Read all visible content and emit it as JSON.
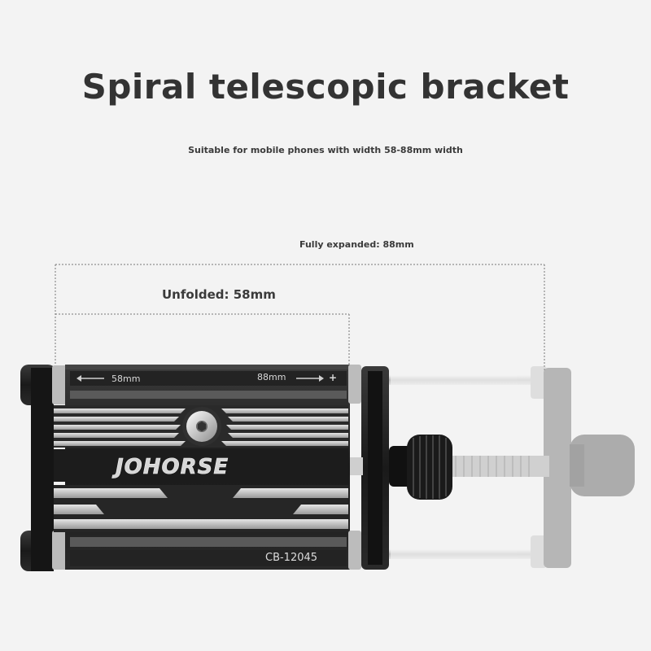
{
  "header": {
    "title": "Spiral telescopic bracket",
    "subtitle": "Suitable for mobile phones with width 58-88mm width"
  },
  "dimensions": {
    "full_label": "Fully expanded: 88mm",
    "unfold_label": "Unfolded: 58mm"
  },
  "product": {
    "brand": "JOHORSE",
    "model": "CB-12045",
    "scale_min": "58mm",
    "scale_max": "88mm",
    "scale_plus": "+"
  },
  "colors": {
    "background": "#f3f3f3",
    "title": "#333333",
    "body_metal": "#1e1e1e",
    "ghost": "#c8c8c8"
  }
}
